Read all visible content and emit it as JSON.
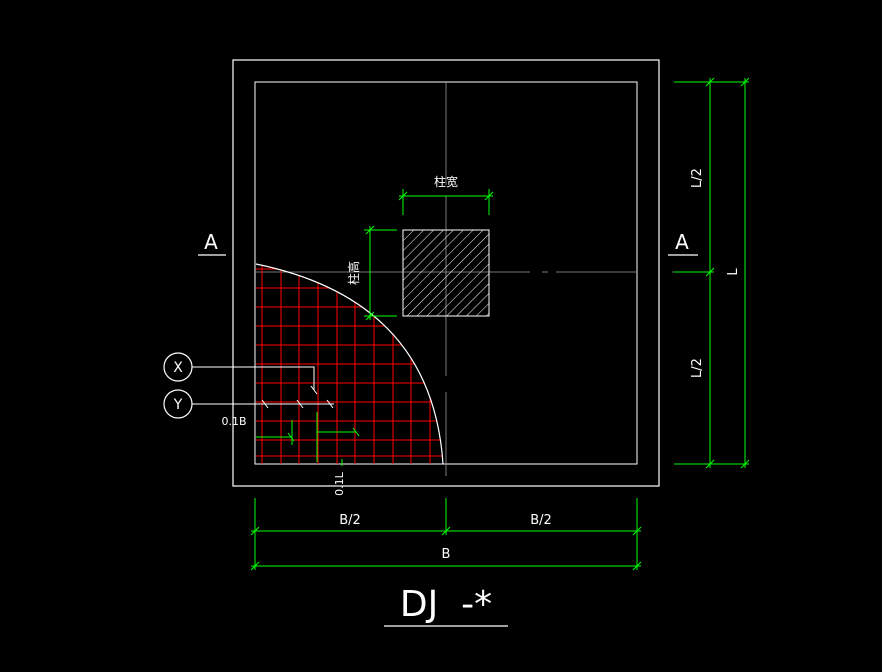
{
  "drawing": {
    "column_width_label": "柱宽",
    "column_height_label": "柱高",
    "section_mark": "A",
    "dim_half_length": "L/2",
    "dim_length": "L",
    "dim_half_width": "B/2",
    "dim_width": "B",
    "offset_x_label": "0.1B",
    "offset_y_label": "0.1L",
    "rebar_x_tag": "X",
    "rebar_y_tag": "Y",
    "title": "DJ  -*"
  },
  "colors": {
    "background": "#000000",
    "outline": "#ffffff",
    "dimension": "#00ff00",
    "rebar": "#ff0000",
    "centerline": "#9a9a9a"
  }
}
